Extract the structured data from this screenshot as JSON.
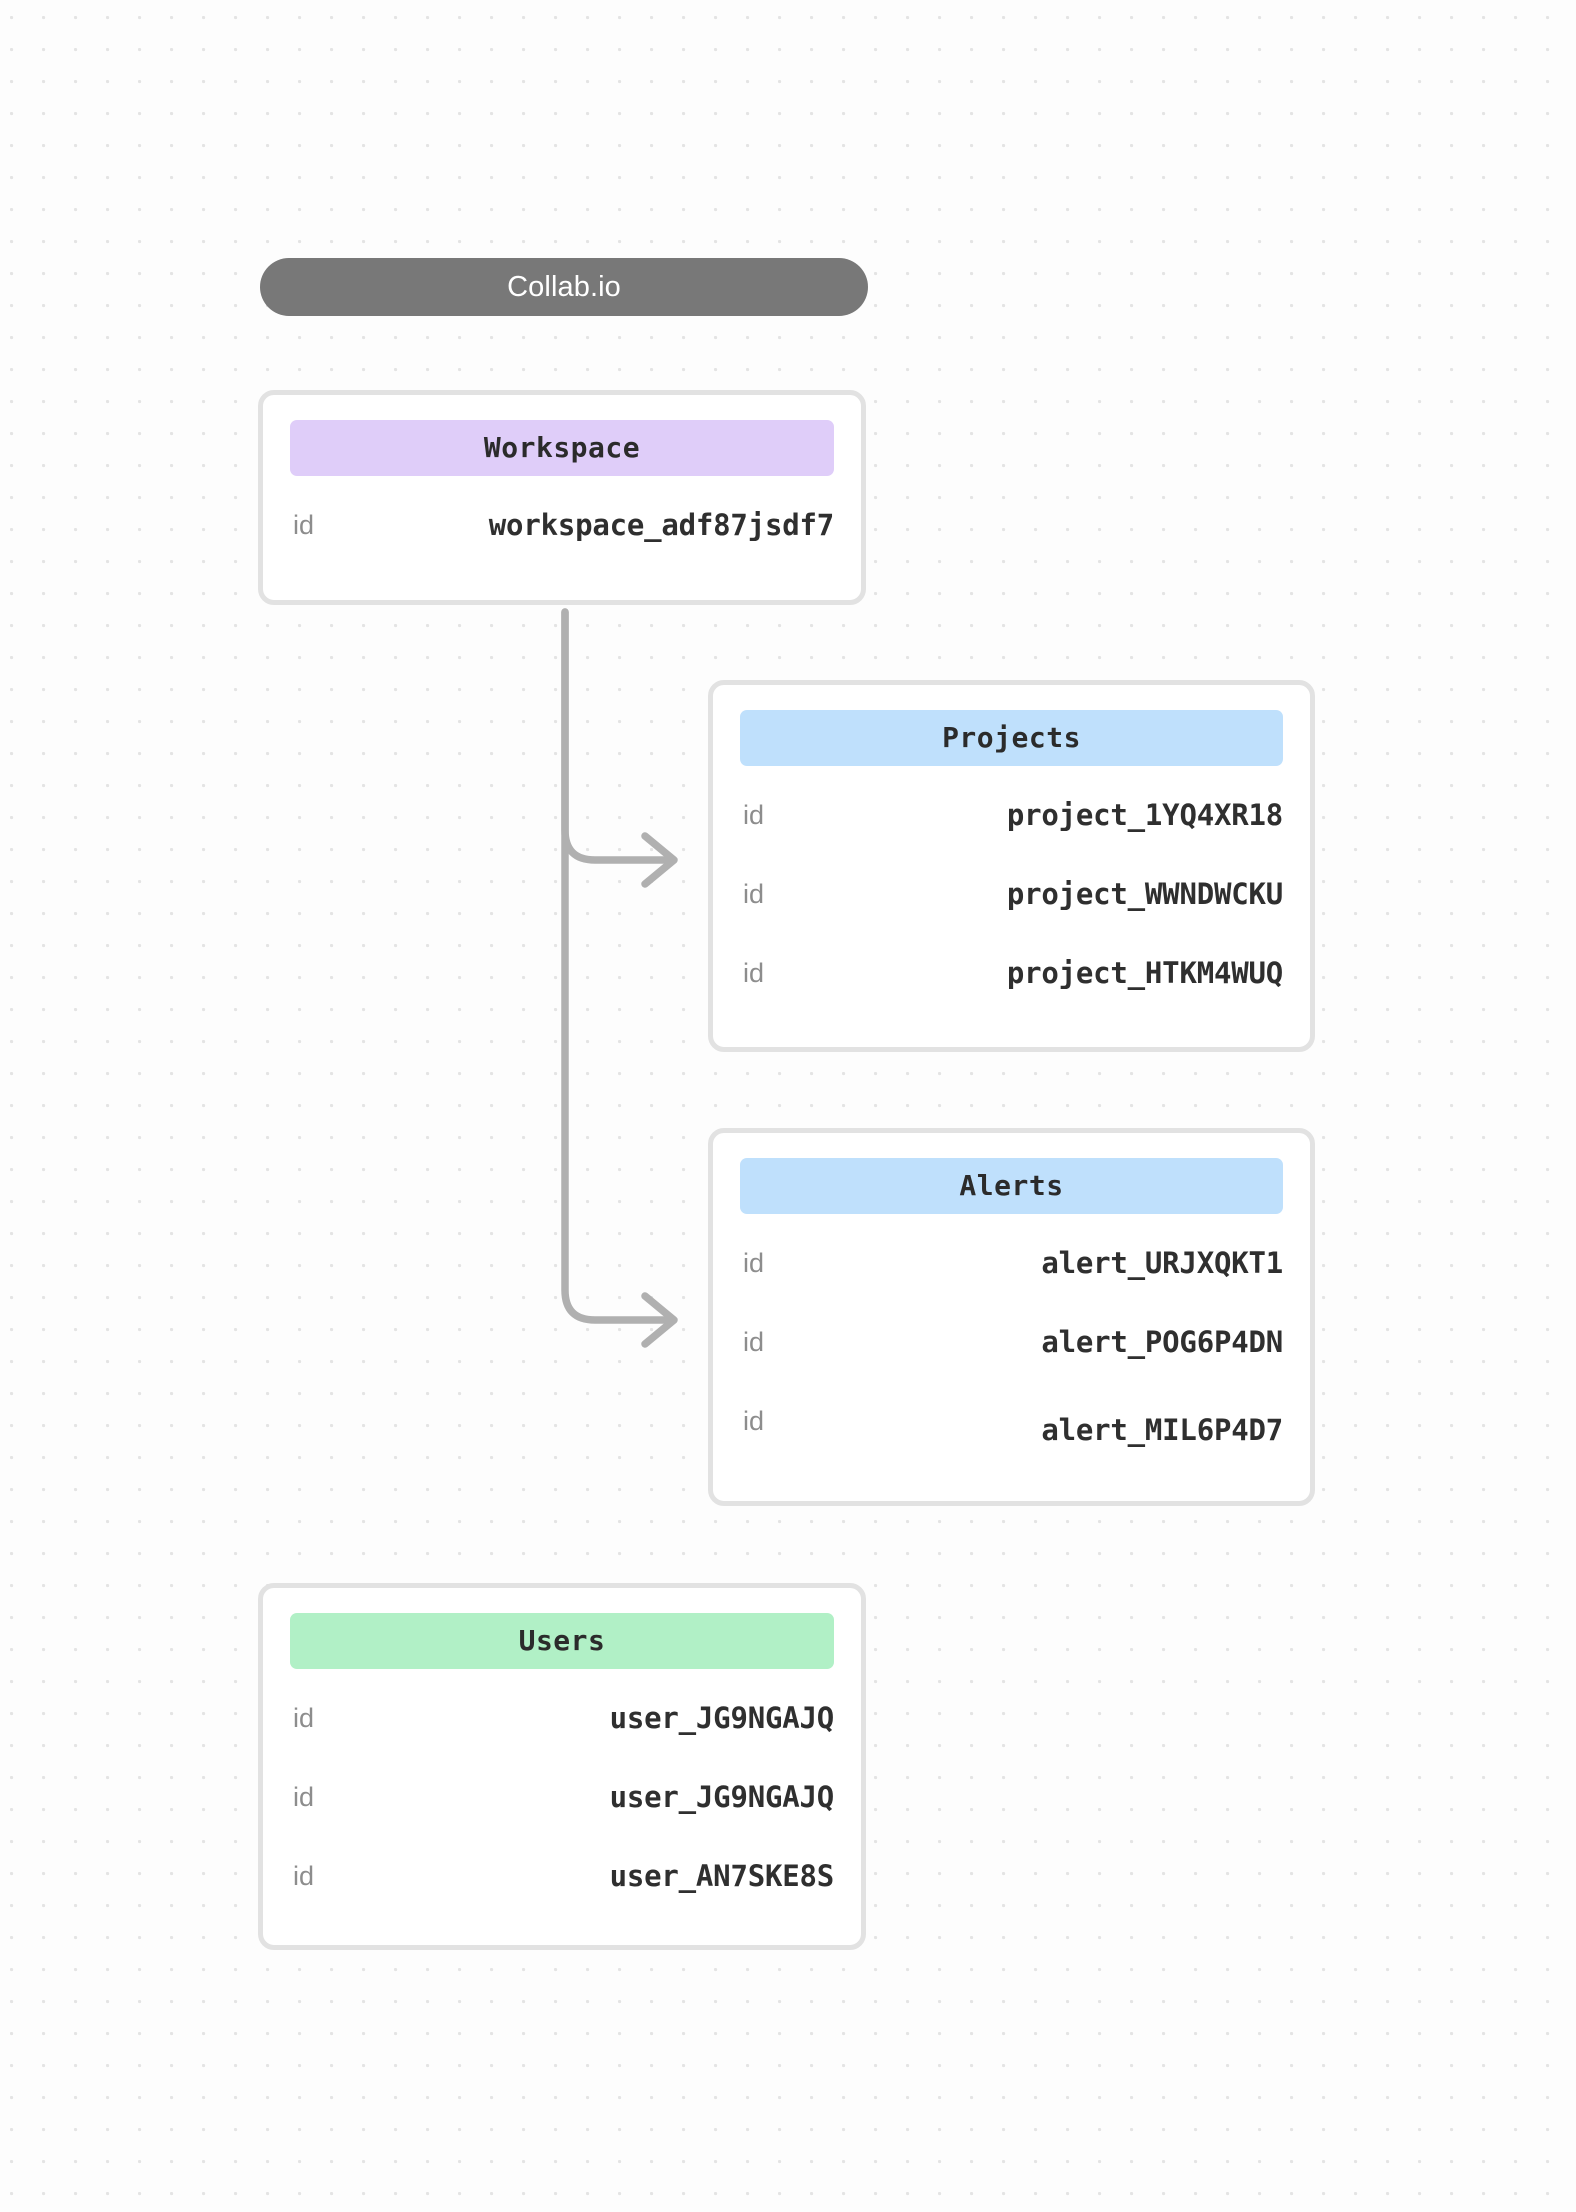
{
  "diagram": {
    "title": "Collab.io",
    "colors": {
      "title_pill": "#787878",
      "workspace_header": "#dfcdf9",
      "projects_header": "#bfe0fc",
      "alerts_header": "#bfe0fc",
      "users_header": "#b1f0c6",
      "card_border": "#e2e2e2",
      "connector": "#b0b0b0",
      "background": "#fdfdfd",
      "dot_grid": "#e4e4e4"
    },
    "entities": [
      {
        "id": "workspace",
        "name": "Workspace",
        "header_color": "#dfcdf9",
        "rows": [
          {
            "key": "id",
            "value": "workspace_adf87jsdf7"
          }
        ]
      },
      {
        "id": "projects",
        "name": "Projects",
        "header_color": "#bfe0fc",
        "rows": [
          {
            "key": "id",
            "value": "project_1YQ4XR18"
          },
          {
            "key": "id",
            "value": "project_WWNDWCKU"
          },
          {
            "key": "id",
            "value": "project_HTKM4WUQ"
          }
        ]
      },
      {
        "id": "alerts",
        "name": "Alerts",
        "header_color": "#bfe0fc",
        "rows": [
          {
            "key": "id",
            "value": "alert_URJXQKT1"
          },
          {
            "key": "id",
            "value": "alert_POG6P4DN"
          },
          {
            "key": "id",
            "value": "alert_MIL6P4D7"
          }
        ]
      },
      {
        "id": "users",
        "name": "Users",
        "header_color": "#b1f0c6",
        "rows": [
          {
            "key": "id",
            "value": "user_JG9NGAJQ"
          },
          {
            "key": "id",
            "value": "user_JG9NGAJQ"
          },
          {
            "key": "id",
            "value": "user_AN7SKE8S"
          }
        ]
      }
    ],
    "connections": [
      {
        "from": "workspace",
        "to": "projects"
      },
      {
        "from": "workspace",
        "to": "alerts"
      }
    ]
  }
}
